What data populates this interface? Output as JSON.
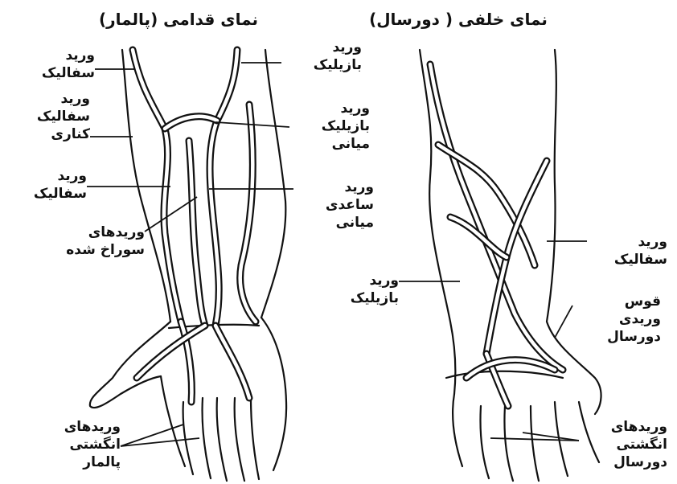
{
  "titles": {
    "anterior": "نمای قدامی (پالمار)",
    "posterior": "نمای خلفی ( دورسال)"
  },
  "labels": {
    "cephalic_top": "ورید\nسفالیک",
    "basilic_top": "ورید\nبازیلیک",
    "lateral_cephalic": "ورید\nسفالیک\nکناری",
    "median_basilic": "ورید\nبازیلیک\nمیانی",
    "cephalic_forearm": "ورید\nسفالیک",
    "median_antebrachial": "ورید\nساعدی\nمیانی",
    "perforating": "وریدهای\nسوراخ شده",
    "basilic_posterior": "ورید\nبازیلیک",
    "cephalic_posterior": "ورید\nسفالیک",
    "dorsal_arch": "قوس\nوریدی\nدورسال",
    "palmar_digital": "وریدهای\nانگشتی\nپالمار",
    "dorsal_digital": "وریدهای\nانگشتی\nدورسال"
  }
}
